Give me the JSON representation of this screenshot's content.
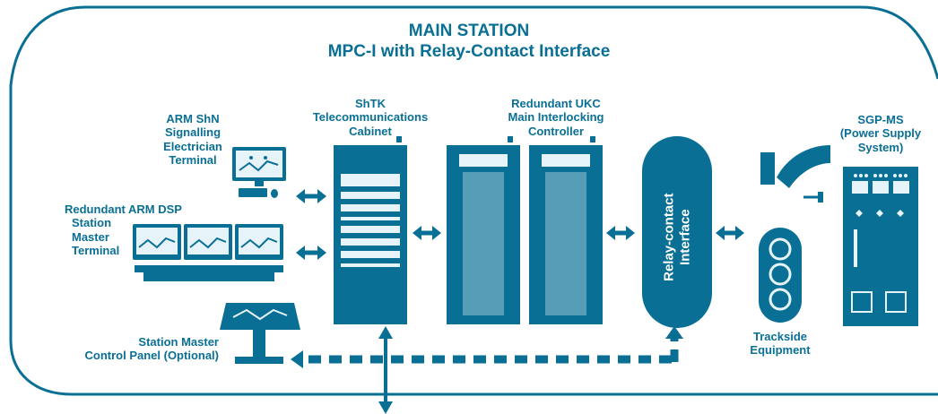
{
  "title": {
    "line1": "MAIN STATION",
    "line2": "MPC-I with Relay-Contact Interface"
  },
  "labels": {
    "arm_shn": [
      "ARM ShN",
      "Signalling",
      "Electrician",
      "Terminal"
    ],
    "arm_dsp": [
      "Redundant ARM DSP",
      "Station",
      "Master",
      "Terminal"
    ],
    "shtk": [
      "ShTK",
      "Telecommunications",
      "Cabinet"
    ],
    "ukc": [
      "Redundant UKC",
      "Main Interlocking",
      "Controller"
    ],
    "sgp": [
      "SGP-MS",
      "(Power Supply",
      "System)"
    ],
    "panel": [
      "Station Master",
      "Control Panel (Optional)"
    ],
    "trackside": [
      "Trackside",
      "Equipment"
    ],
    "relay": [
      "Relay-contact",
      "Interface"
    ]
  },
  "colors": {
    "primary": "#0a6f95",
    "background": "#ffffff",
    "screen": "#e6f3f8"
  }
}
